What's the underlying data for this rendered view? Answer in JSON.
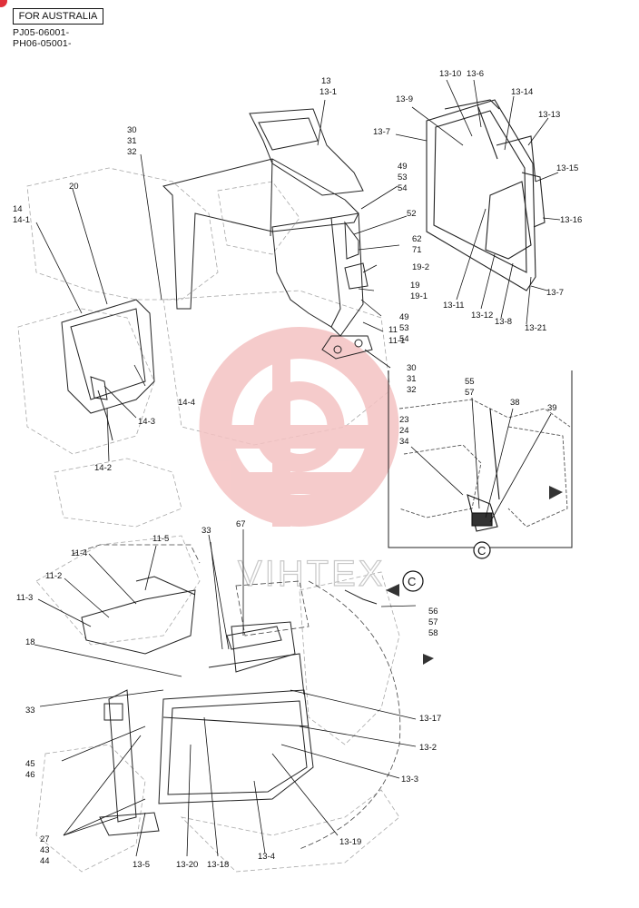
{
  "header": {
    "region_tag": "FOR AUSTRALIA",
    "serial_1": "PJ05-06001-",
    "serial_2": "PH06-05001-"
  },
  "watermark": {
    "text": "VIHTEX"
  },
  "detail": {
    "marker": "C"
  },
  "callouts": [
    "13",
    "13-1",
    "30",
    "31",
    "32",
    "20",
    "14",
    "14-1",
    "49",
    "53",
    "54",
    "52",
    "62",
    "71",
    "19-2",
    "19",
    "19-1",
    "49",
    "53",
    "54",
    "11",
    "11-1",
    "30",
    "31",
    "32",
    "14-4",
    "14-3",
    "14-2",
    "13-10",
    "13-6",
    "13-9",
    "13-14",
    "13-13",
    "13-7",
    "13-15",
    "13-16",
    "13-7",
    "13-11",
    "13-12",
    "13-8",
    "13-21",
    "55",
    "57",
    "38",
    "39",
    "23",
    "24",
    "34",
    "33",
    "67",
    "11-5",
    "11-4",
    "11-2",
    "11-3",
    "56",
    "57",
    "58",
    "18",
    "33",
    "13-17",
    "13-2",
    "13-3",
    "45",
    "46",
    "27",
    "43",
    "44",
    "13-19",
    "13-5",
    "13-20",
    "13-18",
    "13-4"
  ]
}
